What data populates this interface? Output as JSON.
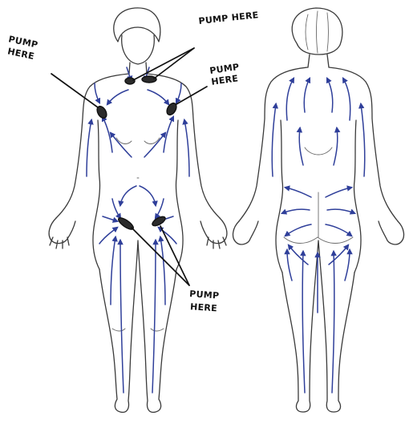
{
  "colors": {
    "outline": "#3a3a3a",
    "flow_arrow": "#2f3f9a",
    "lymph_node": "#2b2b2b",
    "label_ink": "#111111"
  },
  "labels": {
    "pump_left_shoulder": [
      "PUMP",
      "HERE"
    ],
    "pump_neck": [
      "PUMP HERE"
    ],
    "pump_right_shoulder": [
      "PUMP",
      "HERE"
    ],
    "pump_groin": [
      "PUMP",
      "HERE"
    ]
  },
  "figures": {
    "front": {
      "view": "front"
    },
    "back": {
      "view": "back"
    }
  }
}
